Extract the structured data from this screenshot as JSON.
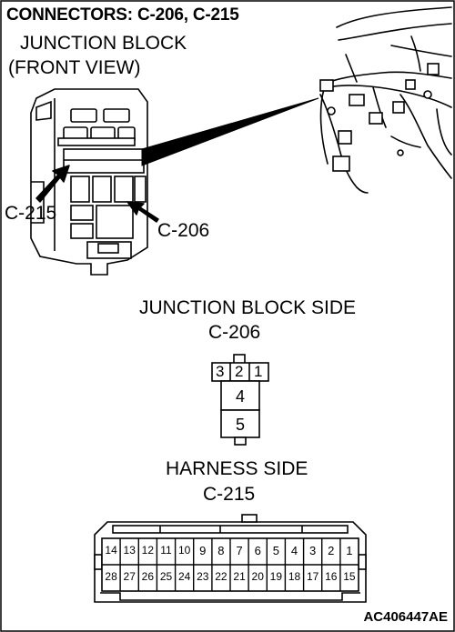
{
  "title": "CONNECTORS: C-206, C-215",
  "junction_block_label": [
    "JUNCTION BLOCK",
    "(FRONT VIEW)"
  ],
  "callouts": {
    "c215": "C-215",
    "c206": "C-206"
  },
  "jb_side": {
    "title": "JUNCTION BLOCK SIDE",
    "connector": "C-206",
    "pins_top": [
      "3",
      "2",
      "1"
    ],
    "pins_lower": [
      "4",
      "5"
    ]
  },
  "harness_side": {
    "title": "HARNESS SIDE",
    "connector": "C-215",
    "row_top": [
      "14",
      "13",
      "12",
      "11",
      "10",
      "9",
      "8",
      "7",
      "6",
      "5",
      "4",
      "3",
      "2",
      "1"
    ],
    "row_bottom": [
      "28",
      "27",
      "26",
      "25",
      "24",
      "23",
      "22",
      "21",
      "20",
      "19",
      "18",
      "17",
      "16",
      "15"
    ]
  },
  "figure_code": "AC406447AE"
}
